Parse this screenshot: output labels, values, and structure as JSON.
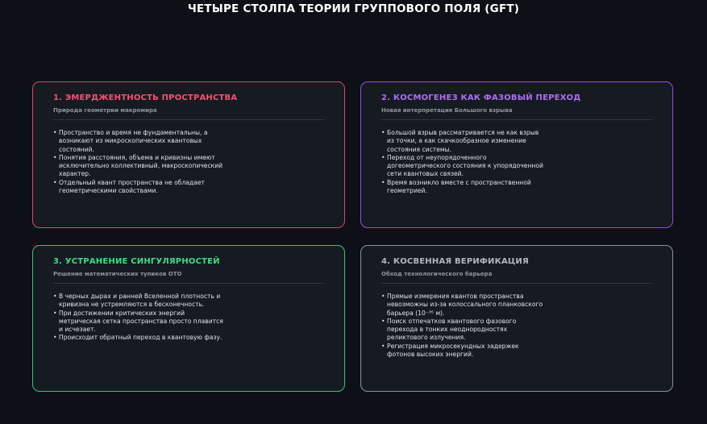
{
  "title": "ЧЕТЫРЕ СТОЛПА ТЕОРИИ ГРУППОВОГО ПОЛЯ (GFT)",
  "colors": {
    "background": "#0d1117",
    "card_background": "#161b22",
    "pillar1": "#ff4d70",
    "pillar2": "#b06cf5",
    "pillar3": "#3ddc84",
    "pillar4": "#b0b7c0"
  },
  "cards": [
    {
      "heading": "1. ЭМЕРДЖЕНТНОСТЬ ПРОСТРАНСТВА",
      "subtitle": "Природа геометрии макромира",
      "bullets": [
        "Пространство и время не фундаментальны, а возникают из микроскопических квантовых состояний.",
        "Понятия расстояния, объема и кривизны имеют исключительно коллективный, макроскопический характер.",
        "Отдельный квант пространства не обладает геометрическими свойствами."
      ]
    },
    {
      "heading": "2. КОСМОГЕНЕЗ КАК ФАЗОВЫЙ ПЕРЕХОД",
      "subtitle": "Новая интерпретация Большого взрыва",
      "bullets": [
        "Большой взрыв рассматривается не как взрыв из точки, а как скачкообразное изменение состояния системы.",
        "Переход от неупорядоченного догеометрического состояния к упорядоченной сети квантовых связей.",
        "Время возникло вместе с пространственной геометрией."
      ]
    },
    {
      "heading": "3. УСТРАНЕНИЕ СИНГУЛЯРНОСТЕЙ",
      "subtitle": "Решение математических тупиков ОТО",
      "bullets": [
        "В черных дырах и ранней Вселенной плотность и кривизна не устремляются в бесконечность.",
        "При достижении критических энергий метрическая сетка пространства просто плавится и исчезает.",
        "Происходит обратный переход в квантовую фазу."
      ]
    },
    {
      "heading": "4. КОСВЕННАЯ ВЕРИФИКАЦИЯ",
      "subtitle": "Обход технологического барьера",
      "bullets": [
        "Прямые измерения квантов пространства невозможны из-за колоссального планковского барьера (10⁻³⁵ м).",
        "Поиск отпечатков квантового фазового перехода в тонких неоднородностях реликтового излучения.",
        "Регистрация микросекундных задержек фотонов высоких энергий."
      ]
    }
  ]
}
